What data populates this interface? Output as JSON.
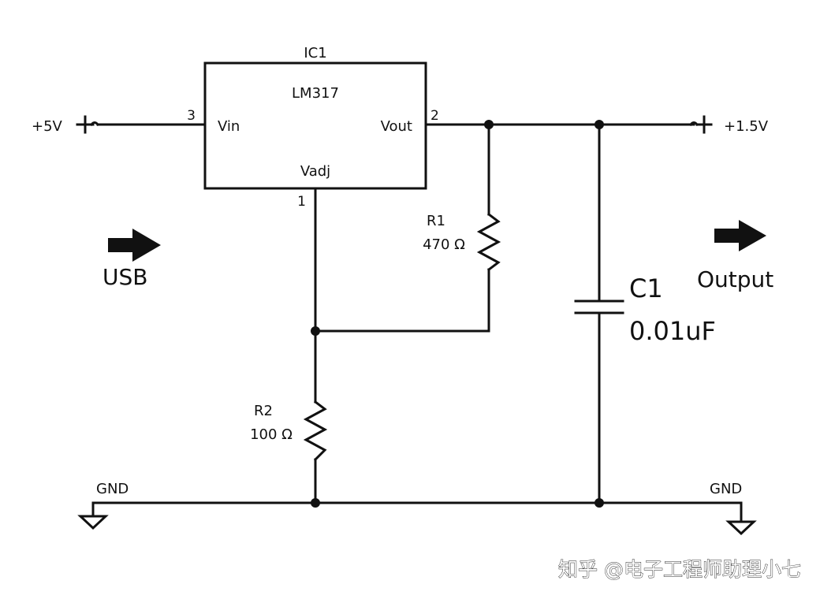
{
  "ic": {
    "ref": "IC1",
    "part": "LM317",
    "pin_in_number": "3",
    "pin_in_name": "Vin",
    "pin_out_number": "2",
    "pin_out_name": "Vout",
    "pin_adj_number": "1",
    "pin_adj_name": "Vadj"
  },
  "input_voltage": "+5V",
  "output_voltage": "+1.5V",
  "r1": {
    "ref": "R1",
    "value": "470 Ω"
  },
  "r2": {
    "ref": "R2",
    "value": "100 Ω"
  },
  "c1": {
    "ref": "C1",
    "value": "0.01uF"
  },
  "usb_label": "USB",
  "output_label": "Output",
  "gnd_left": "GND",
  "gnd_right": "GND",
  "watermark": "知乎 @电子工程师助理小七"
}
